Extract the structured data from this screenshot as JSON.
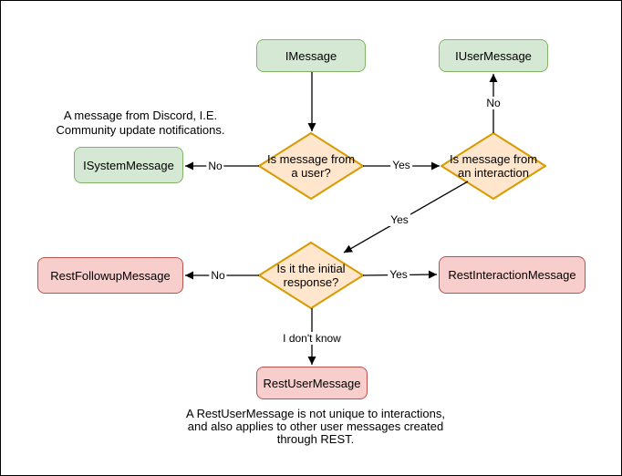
{
  "diagram": {
    "nodes": {
      "imessage": {
        "label": "IMessage",
        "type": "interface",
        "color": "green"
      },
      "iusermessage": {
        "label": "IUserMessage",
        "type": "interface",
        "color": "green"
      },
      "isystemmessage": {
        "label": "ISystemMessage",
        "type": "interface",
        "color": "green"
      },
      "restfollowupmessage": {
        "label": "RestFollowupMessage",
        "type": "class",
        "color": "red"
      },
      "restinteractionmessage": {
        "label": "RestInteractionMessage",
        "type": "class",
        "color": "red"
      },
      "restusermessage": {
        "label": "RestUserMessage",
        "type": "class",
        "color": "red"
      },
      "decision_user": {
        "label": "Is message from\na user?",
        "type": "decision",
        "color": "orange"
      },
      "decision_interaction": {
        "label": "Is message from\nan interaction",
        "type": "decision",
        "color": "orange"
      },
      "decision_initial": {
        "label": "Is it the initial\nresponse?",
        "type": "decision",
        "color": "orange"
      }
    },
    "edge_labels": {
      "user_no": "No",
      "user_yes": "Yes",
      "interaction_no": "No",
      "interaction_yes": "Yes",
      "initial_no": "No",
      "initial_yes": "Yes",
      "initial_idk": "I don't know"
    },
    "annotations": {
      "system_note": "A message from Discord, I.E.\nCommunity update notifications.",
      "rest_note": "A RestUserMessage is not unique to interactions,\nand also applies to other user messages created\nthrough REST."
    },
    "colors": {
      "green_fill": "#d5e8d4",
      "green_border": "#82b366",
      "orange_fill": "#ffe6cc",
      "orange_border": "#d79b00",
      "red_fill": "#f8cecc",
      "red_border": "#b85450",
      "edge": "#000000",
      "background": "#ffffff"
    }
  }
}
